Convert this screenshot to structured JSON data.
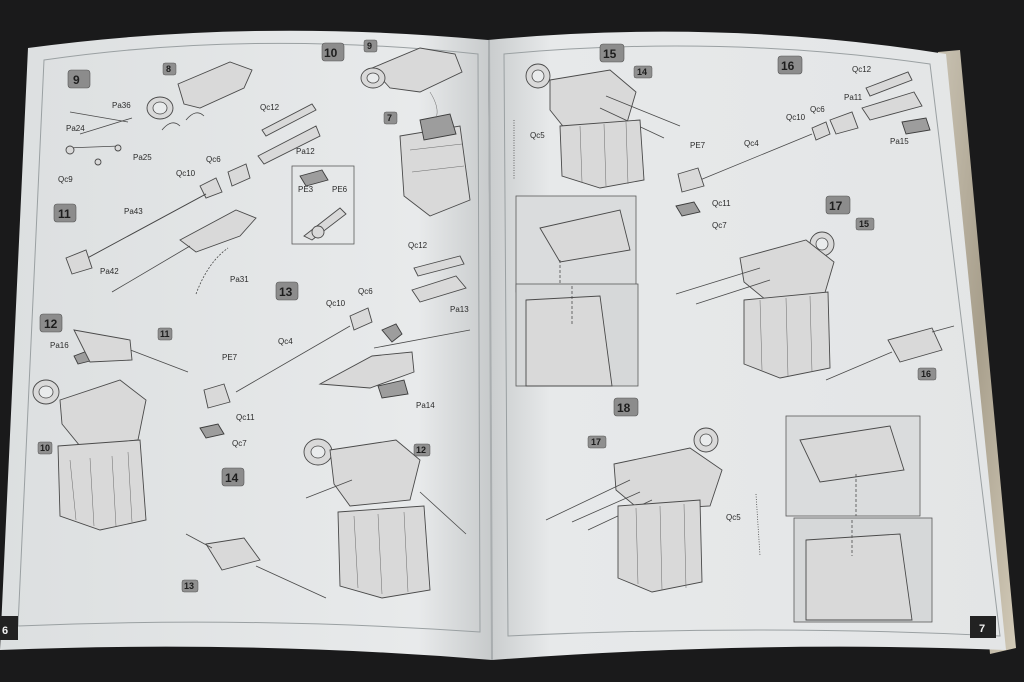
{
  "colors": {
    "background": "#1a1a1b",
    "paper": "#e9ebec",
    "paper_shadow": "#c9cccd",
    "ink": "#3a3a3a",
    "step_badge": "#8c8c8c"
  },
  "left_page": {
    "page_number": "6",
    "steps": [
      {
        "number": "9"
      },
      {
        "number": "10"
      },
      {
        "number": "11"
      },
      {
        "number": "12"
      },
      {
        "number": "13"
      },
      {
        "number": "14"
      }
    ],
    "refs": {
      "r8": "8",
      "r9": "9",
      "r7": "7",
      "r11": "11",
      "r10": "10",
      "r12": "12",
      "r13": "13"
    },
    "labels": {
      "pa36": "Pa36",
      "pa24": "Pa24",
      "pa25": "Pa25",
      "qc9": "Qc9",
      "qc12": "Qc12",
      "pa12": "Pa12",
      "qc6": "Qc6",
      "qc10": "Qc10",
      "pe3": "PE3",
      "pe6": "PE6",
      "pa43": "Pa43",
      "pa42": "Pa42",
      "pa31": "Pa31",
      "pa16": "Pa16",
      "qc12b": "Qc12",
      "qc6b": "Qc6",
      "qc10b": "Qc10",
      "pa13": "Pa13",
      "qc4": "Qc4",
      "pe7": "PE7",
      "qc11": "Qc11",
      "qc7": "Qc7",
      "pa14": "Pa14"
    }
  },
  "right_page": {
    "page_number": "7",
    "steps": [
      {
        "number": "15"
      },
      {
        "number": "16"
      },
      {
        "number": "17"
      },
      {
        "number": "18"
      }
    ],
    "refs": {
      "r14": "14",
      "r15": "15",
      "r16": "16",
      "r17": "17"
    },
    "labels": {
      "qc5": "Qc5",
      "qc12": "Qc12",
      "pa11": "Pa11",
      "qc6": "Qc6",
      "qc10": "Qc10",
      "qc4": "Qc4",
      "pe7": "PE7",
      "qc11": "Qc11",
      "qc7": "Qc7",
      "pa15": "Pa15",
      "qc5b": "Qc5"
    }
  }
}
